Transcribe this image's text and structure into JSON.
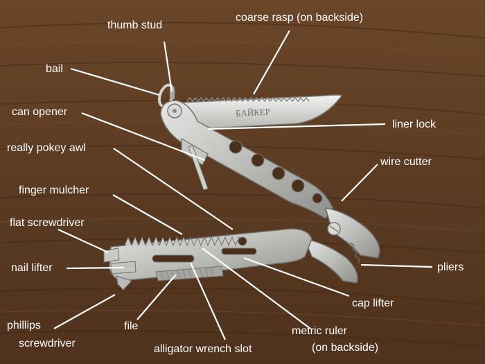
{
  "tool_text": {
    "brand": "БАЙКЕР"
  },
  "labels": {
    "thumb_stud": "thumb stud",
    "coarse_rasp": "coarse rasp (on backside)",
    "bail": "bail",
    "can_opener": "can opener",
    "liner_lock": "liner lock",
    "really_pokey_awl": "really pokey awl",
    "wire_cutter": "wire cutter",
    "finger_mulcher": "finger mulcher",
    "flat_screwdriver": "flat screwdriver",
    "nail_lifter": "nail lifter",
    "pliers": "pliers",
    "cap_lifter": "cap lifter",
    "phillips_line1": "phillips",
    "phillips_line2": "screwdriver",
    "file": "file",
    "metric_ruler_line1": "metric ruler",
    "metric_ruler_line2": "(on backside)",
    "alligator_wrench_slot": "alligator wrench slot"
  }
}
